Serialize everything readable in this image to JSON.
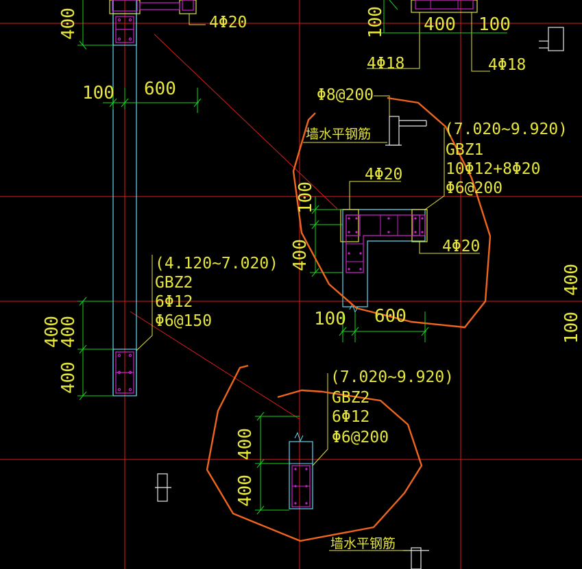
{
  "colors": {
    "background": "#000000",
    "axis": "#e01c1c",
    "dimension": "#19d41e",
    "column_outline": "#61d9f2",
    "rebar": "#d020d0",
    "annotation": "#e6e63c",
    "cloud": "#f0661e",
    "symbol": "#e8e8e8"
  },
  "top_left": {
    "dim_400": "400",
    "rebar_4phi20": "4Φ20"
  },
  "top_right": {
    "dim_100_left": "100",
    "dim_400": "400",
    "dim_100_right": "100",
    "rebar_4phi18_a": "4Φ18",
    "rebar_4phi18_b": "4Φ18"
  },
  "left_column": {
    "dim_100": "100",
    "dim_600": "600",
    "elevation": "(4.120~7.020)",
    "id": "GBZ2",
    "long_bars": "6Φ12",
    "stirrups": "Φ6@150",
    "dim_400_a": "400",
    "dim_400_b": "400",
    "dim_400_c": "400"
  },
  "gbz1": {
    "stirrup_note": "Φ8@200",
    "wall_bar_label": "墙水平钢筋",
    "elevation": "(7.020~9.920)",
    "id": "GBZ1",
    "long_bars": "10Φ12+8Φ20",
    "stirrups": "Φ6@200",
    "rebar_top": "4Φ20",
    "rebar_right": "4Φ20",
    "dim_100_v": "100",
    "dim_400_v": "400",
    "dim_100_h": "100",
    "dim_600_h": "600"
  },
  "gbz2_lower": {
    "elevation": "(7.020~9.920)",
    "id": "GBZ2",
    "long_bars": "6Φ12",
    "stirrups": "Φ6@200",
    "dim_400_a": "400",
    "dim_400_b": "400",
    "wall_bar_label": "墙水平钢筋"
  },
  "right_edge": {
    "dim_400": "400",
    "dim_100": "100"
  }
}
